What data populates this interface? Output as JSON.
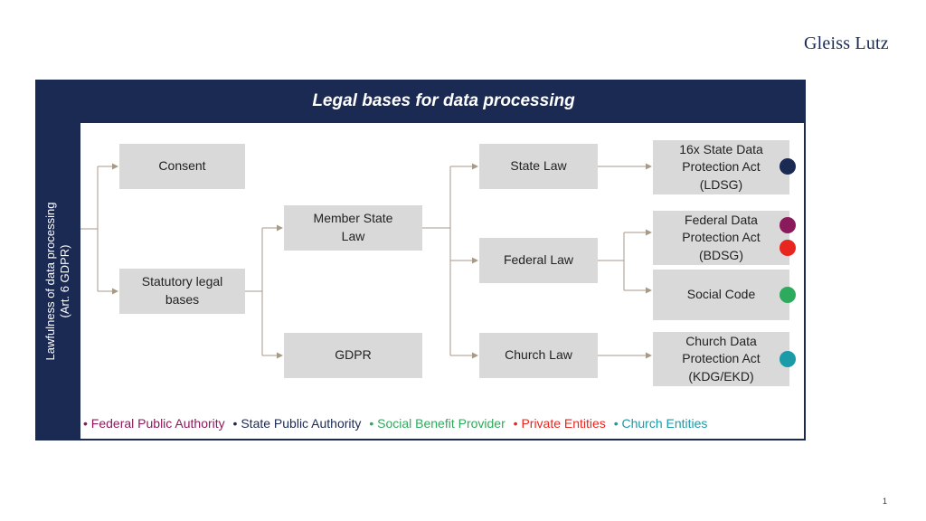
{
  "brand": "Gleiss Lutz",
  "page_number": "1",
  "title": "Legal bases for data processing",
  "side_label": "Lawfulness of data processing\n(Art. 6 GDPR)",
  "boxes": {
    "consent": "Consent",
    "statutory": "Statutory legal\nbases",
    "member_state_law": "Member State\nLaw",
    "gdpr": "GDPR",
    "state_law": "State Law",
    "federal_law": "Federal Law",
    "church_law": "Church Law",
    "ldsg": "16x State Data\nProtection Act\n(LDSG)",
    "bdsg": "Federal Data\nProtection Act\n(BDSG)",
    "social_code": "Social Code",
    "kdg": "Church Data\nProtection Act\n(KDG/EKD)"
  },
  "colors": {
    "navy": "#1b2a52",
    "federal_public_authority": "#8b1a5c",
    "state_public_authority": "#1b2a52",
    "social_benefit_provider": "#2eaa5c",
    "private_entities": "#e8251f",
    "church_entities": "#1b9aa8",
    "connector": "#a89a88"
  },
  "legend": [
    {
      "label": "Federal Public Authority",
      "color": "#8b1a5c"
    },
    {
      "label": "State Public Authority",
      "color": "#1b2a52"
    },
    {
      "label": "Social Benefit Provider",
      "color": "#2eaa5c"
    },
    {
      "label": "Private Entities",
      "color": "#e8251f"
    },
    {
      "label": "Church Entities",
      "color": "#1b9aa8"
    }
  ]
}
